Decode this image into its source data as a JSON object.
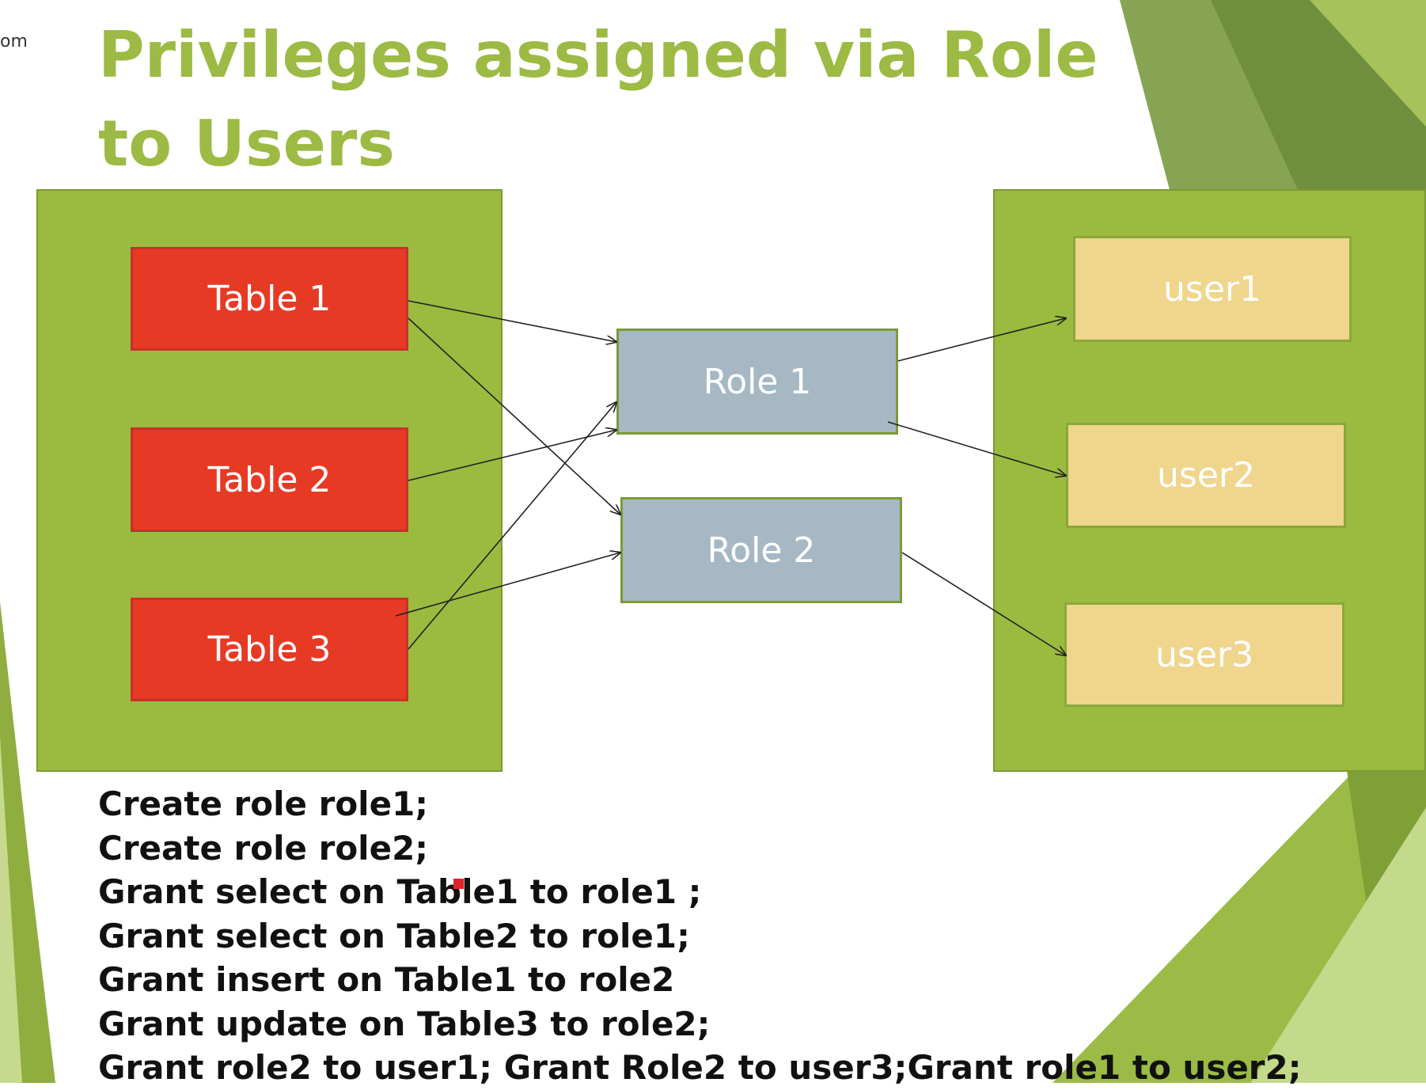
{
  "colors": {
    "title": "#9dba44",
    "panel": "#9bbb40",
    "table_box": "#e63a25",
    "role_box": "#a5b8c4",
    "user_box": "#efd68c",
    "connector": "#222222"
  },
  "corner_text": "om",
  "title": {
    "line1": "Privileges assigned via Role",
    "line2": "to Users"
  },
  "diagram": {
    "tables": [
      {
        "id": "table1",
        "label": "Table 1"
      },
      {
        "id": "table2",
        "label": "Table 2"
      },
      {
        "id": "table3",
        "label": "Table 3"
      }
    ],
    "roles": [
      {
        "id": "role1",
        "label": "Role 1"
      },
      {
        "id": "role2",
        "label": "Role 2"
      }
    ],
    "users": [
      {
        "id": "user1",
        "label": "user1"
      },
      {
        "id": "user2",
        "label": "user2"
      },
      {
        "id": "user3",
        "label": "user3"
      }
    ],
    "edges": [
      {
        "from": "table1",
        "to": "role1"
      },
      {
        "from": "table1",
        "to": "role2"
      },
      {
        "from": "table2",
        "to": "role1"
      },
      {
        "from": "table3",
        "to": "role1"
      },
      {
        "from": "table3",
        "to": "role2"
      },
      {
        "from": "role1",
        "to": "user1"
      },
      {
        "from": "role1",
        "to": "user2"
      },
      {
        "from": "role2",
        "to": "user3"
      }
    ]
  },
  "sql_lines": [
    "Create role role1;",
    "Create role role2;",
    "Grant select on Table1 to role1 ;",
    "Grant select on Table2 to role1;",
    "Grant insert on Table1 to role2",
    "Grant update on Table3 to role2;",
    "Grant role2 to user1; Grant Role2 to user3;Grant role1 to user2;"
  ]
}
